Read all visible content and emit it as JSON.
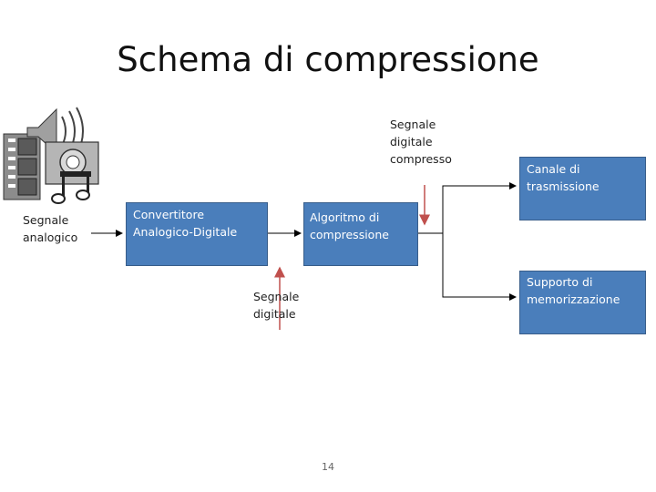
{
  "title": "Schema di compressione",
  "labels": {
    "analog_signal": "Segnale\nanalogico",
    "digital_signal": "Segnale\ndigitale",
    "compressed_signal": "Segnale\ndigitale\ncompresso"
  },
  "boxes": {
    "adc": "Convertitore\nAnalogico-Digitale",
    "compression": "Algoritmo di\ncompressione",
    "channel": "Canale di\ntrasmissione",
    "storage": "Supporto di\nmemorizzazione"
  },
  "page_number": "14",
  "colors": {
    "box_fill": "#4a7ebb",
    "box_border": "#385d8a",
    "arrow": "#000000",
    "signal_arrow": "#c0504d"
  }
}
